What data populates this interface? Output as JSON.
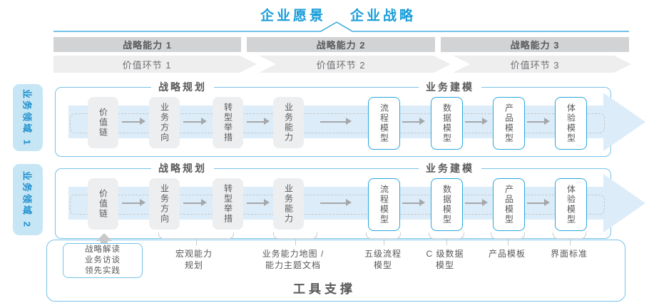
{
  "colors": {
    "accent": "#189DD9",
    "brace": "#45AEDE",
    "panel_border": "#76C3E9",
    "model_box_border": "#29A8DF",
    "flow_band": "#DCECF8",
    "tab_bg": "#C7E6F5",
    "tab_text": "#1E8FCE",
    "gray_box_bg": "#EDEEEF",
    "bar_bg": "#D1D3D4",
    "chev_bg": "#EEEEEF",
    "text_dark": "#58595B",
    "text_muted": "#6D6E71",
    "dashed_border": "#C6C8CA",
    "flow_arrow": "#A5A7AA",
    "bracket": "#C9CBCD",
    "up_arrow": "#C7C9CB"
  },
  "header": {
    "vision": "企业愿景",
    "strategy": "企业战略"
  },
  "capability_bars": [
    "战略能力 1",
    "战略能力 2",
    "战略能力 3"
  ],
  "value_links": [
    "价值环节 1",
    "价值环节 2",
    "价值环节 3"
  ],
  "domains": [
    {
      "tab": "业务领域 1",
      "planning_header": "战略规划",
      "modeling_header": "业务建模",
      "boxes": [
        "价值链",
        "业务方向",
        "转型举措",
        "业务能力",
        "流程模型",
        "数据模型",
        "产品模型",
        "体验模型"
      ]
    },
    {
      "tab": "业务领域 2",
      "planning_header": "战略规划",
      "modeling_header": "业务建模",
      "boxes": [
        "价值链",
        "业务方向",
        "转型举措",
        "业务能力",
        "流程模型",
        "数据模型",
        "产品模型",
        "体验模型"
      ]
    }
  ],
  "tool_panel": {
    "title": "工具支撑",
    "practice_box": {
      "line1": "战略解读",
      "line2": "业务访谈",
      "line3": "领先实践"
    },
    "deliverables": [
      "宏观能力\n规划",
      "业务能力地图 /\n能力主题文档",
      "五级流程\n模型",
      "C 级数据\n模型",
      "产品模板",
      "界面标准"
    ]
  }
}
